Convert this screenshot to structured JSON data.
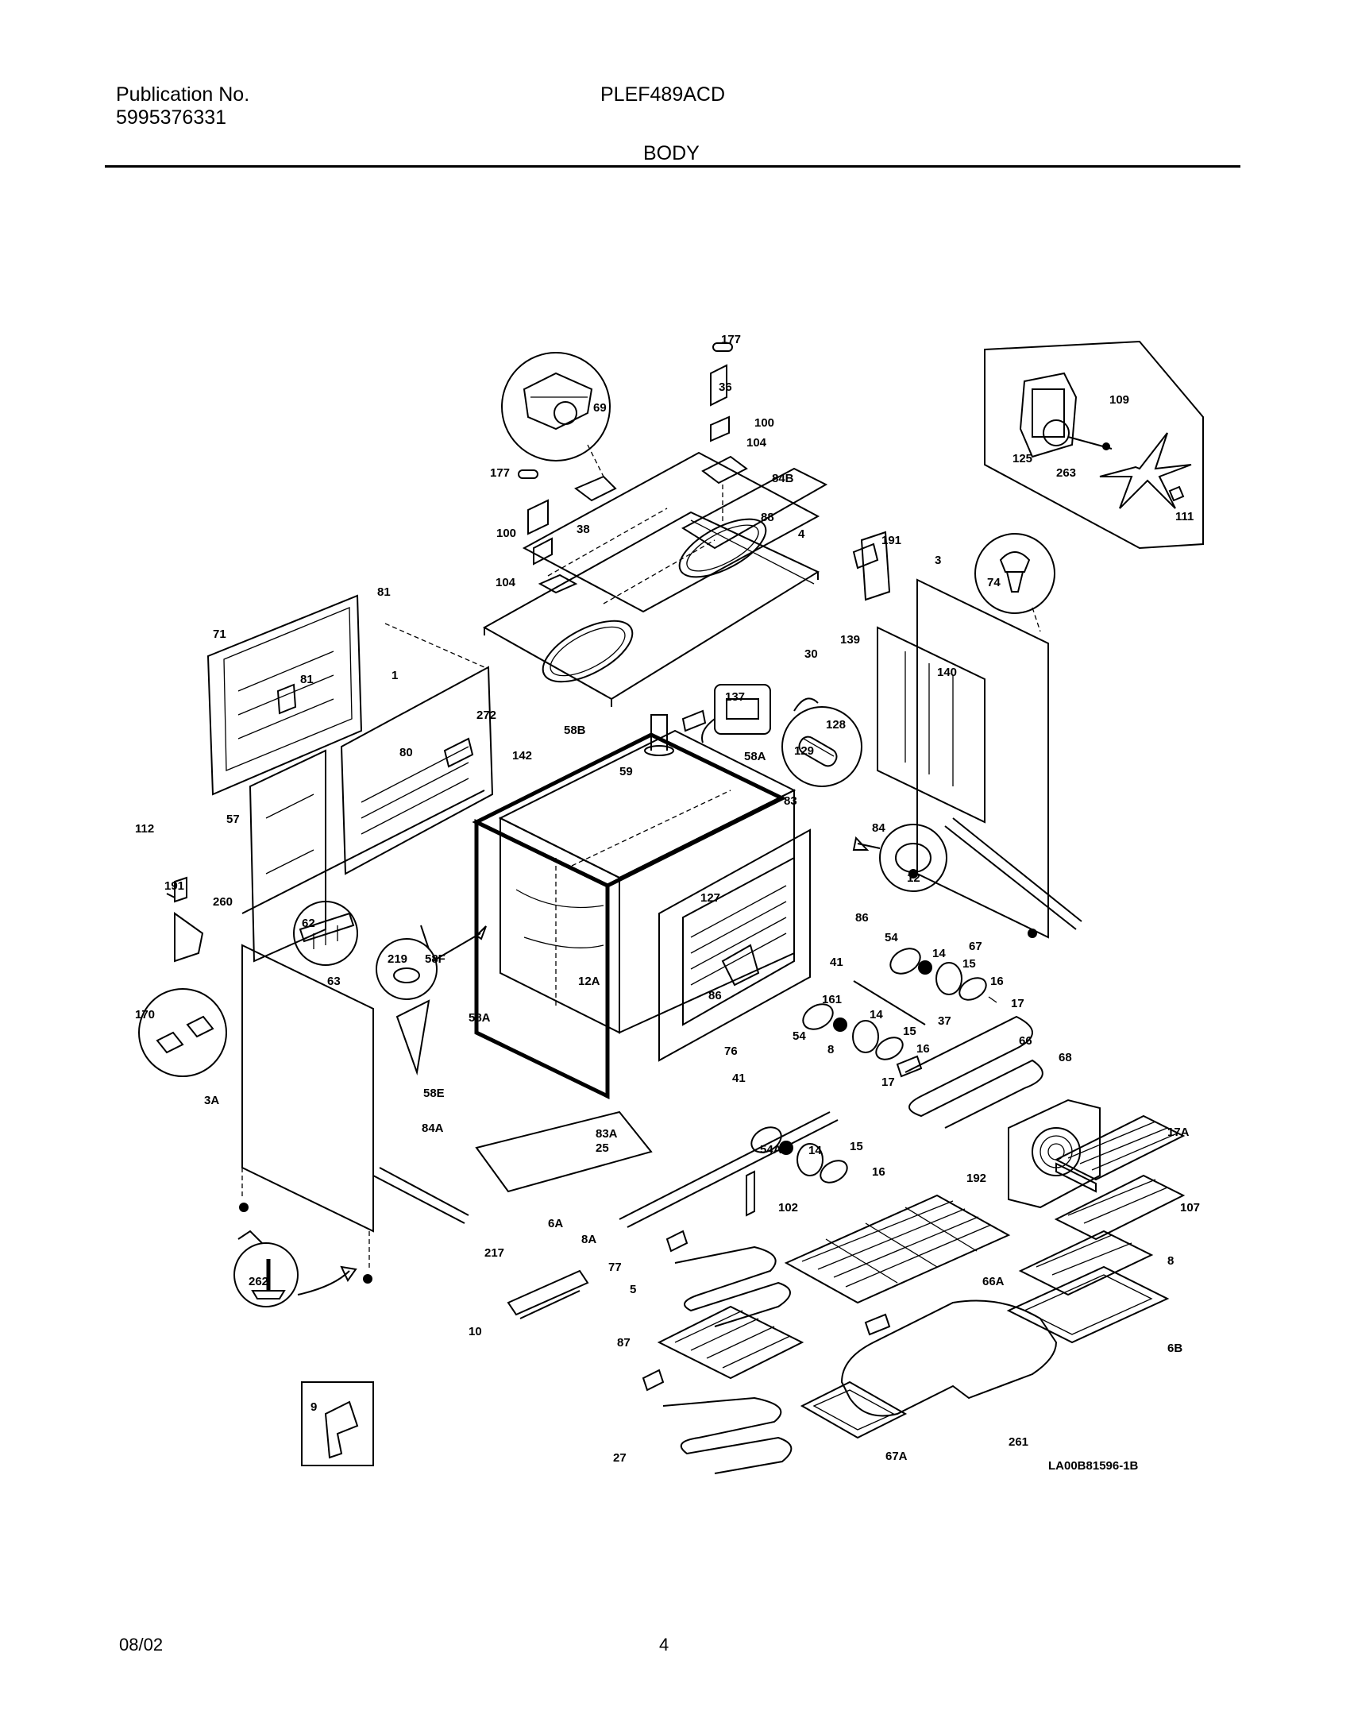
{
  "header": {
    "publication_label": "Publication No.",
    "publication_number": "5995376331",
    "model": "PLEF489ACD",
    "section": "BODY"
  },
  "diagram": {
    "drawing_id": "LA00B81596-1B",
    "callouts": [
      "177",
      "36",
      "100",
      "104",
      "84B",
      "69",
      "177",
      "38",
      "100",
      "104",
      "88",
      "4",
      "191",
      "3",
      "109",
      "125",
      "263",
      "111",
      "74",
      "81",
      "71",
      "81",
      "1",
      "272",
      "80",
      "58B",
      "142",
      "59",
      "58A",
      "137",
      "128",
      "129",
      "30",
      "139",
      "140",
      "57",
      "112",
      "191",
      "260",
      "58F",
      "62",
      "63",
      "219",
      "83",
      "84",
      "127",
      "12",
      "86",
      "54",
      "14",
      "15",
      "16",
      "17",
      "41",
      "86",
      "12A",
      "58A",
      "161",
      "54",
      "8",
      "14",
      "15",
      "16",
      "37",
      "17",
      "76",
      "41",
      "66",
      "68",
      "170",
      "3A",
      "58E",
      "84A",
      "83A",
      "25",
      "54A",
      "14",
      "15",
      "16",
      "17A",
      "192",
      "107",
      "6A",
      "8A",
      "102",
      "217",
      "77",
      "262",
      "5",
      "66A",
      "8",
      "10",
      "87",
      "6B",
      "9",
      "27",
      "67A",
      "261",
      "67",
      "77"
    ]
  },
  "footer": {
    "date": "08/02",
    "page": "4"
  }
}
